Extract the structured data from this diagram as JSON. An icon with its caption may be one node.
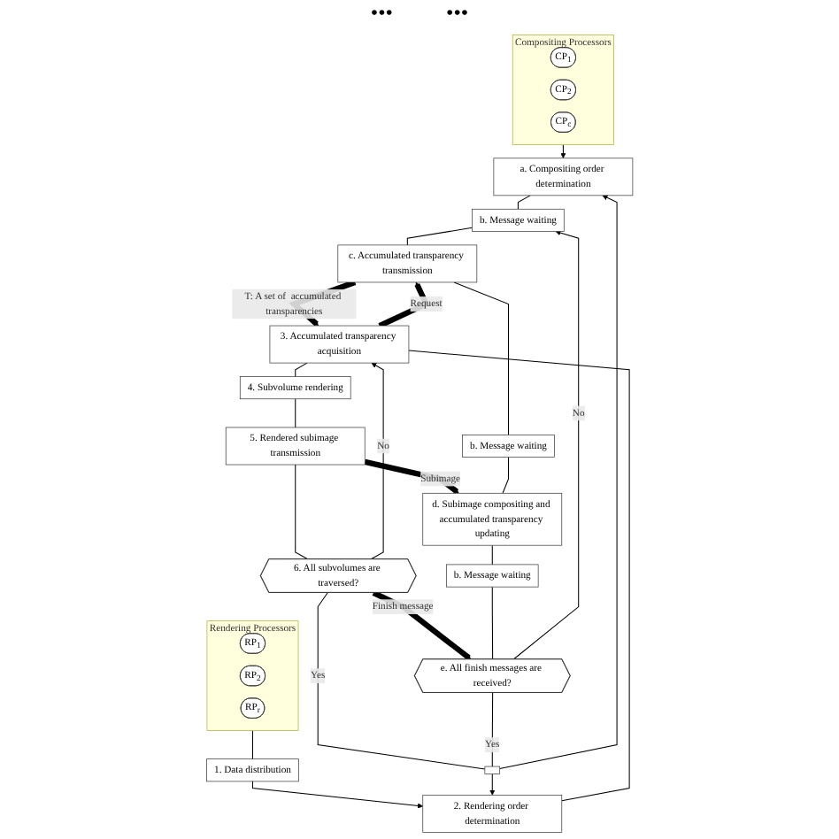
{
  "diagram": {
    "nodes": [
      {
        "text": [
          "Rendering Processors"
        ]
      },
      {
        "text": [
          "RP$_{1}$"
        ],
        "in": 0
      },
      {
        "text": [
          "RP$_{2}$"
        ],
        "in": 0
      },
      {
        "text": [
          "RP$_{r}$"
        ],
        "in": 0
      },
      {
        "text": [
          "Compositing Processors"
        ]
      },
      {
        "text": [
          "CP$_{1}$"
        ],
        "in": 4
      },
      {
        "text": [
          "CP$_{2}$"
        ],
        "in": 4
      },
      {
        "text": [
          "CP$_{c}$"
        ],
        "in": 4
      },
      {
        "text": [
          "1. Data distribution"
        ]
      },
      {
        "text": [
          "2. Rendering order determination"
        ]
      },
      {
        "text": [
          "3. Accumulated transparency acquisition"
        ]
      },
      {
        "text": [
          "4. Subvolume rendering"
        ]
      },
      {
        "text": [
          "5. Rendered subimage transmission"
        ]
      },
      {
        "text": [
          "6. All subvolumes are traversed?"
        ]
      },
      {
        "text": [
          "a. Compositing order determination"
        ]
      },
      {
        "text": [
          "b. Message waiting"
        ]
      },
      {
        "text": [
          "c. Accumulated transparency transmission"
        ]
      },
      {
        "text": [
          "b. Message waiting"
        ]
      },
      {
        "text": [
          "d. Subimage compositing and accumulated transparency updating"
        ]
      },
      {
        "text": [
          "b. Message waiting"
        ]
      },
      {
        "text": [
          "e. All finish messages are received?"
        ]
      },
      {
        "text": [],
        "shape": "box"
      }
    ],
    "edges": [
      {
        "from": 0,
        "to": 8,
        "arrow": "none"
      },
      {
        "from": 8,
        "to": 9,
        "arrow": "to"
      },
      {
        "from": 9,
        "to": 10,
        "arrow": "none"
      },
      {
        "from": 10,
        "to": 16,
        "arrow": "to",
        "label": "Request",
        "style": "thick"
      },
      {
        "from": 16,
        "to": 10,
        "arrow": "to",
        "label": "T: A set of  accumulated transparencies",
        "style": "thick"
      },
      {
        "from": 10,
        "to": 11,
        "arrow": "none"
      },
      {
        "from": 11,
        "to": 12,
        "arrow": "none"
      },
      {
        "from": 12,
        "to": 18,
        "arrow": "to",
        "label": "Subimage",
        "style": "thick"
      },
      {
        "from": 12,
        "to": 13,
        "arrow": "none"
      },
      {
        "from": 13,
        "to": 10,
        "arrow": "to",
        "label": "No"
      },
      {
        "from": 13,
        "to": 21,
        "arrow": "none",
        "label": "Yes"
      },
      {
        "from": 13,
        "to": 20,
        "arrow": "to",
        "label": "Finish message",
        "style": "thick"
      },
      {
        "from": 4,
        "to": 14,
        "arrow": "to"
      },
      {
        "from": 14,
        "to": 15,
        "arrow": "none"
      },
      {
        "from": 15,
        "to": 16,
        "arrow": "none"
      },
      {
        "from": 16,
        "to": 17,
        "arrow": "none"
      },
      {
        "from": 17,
        "to": 18,
        "arrow": "none"
      },
      {
        "from": 18,
        "to": 19,
        "arrow": "none"
      },
      {
        "from": 19,
        "to": 20,
        "arrow": "none"
      },
      {
        "from": 20,
        "to": 15,
        "arrow": "to",
        "label": "No"
      },
      {
        "from": 20,
        "to": 21,
        "arrow": "none",
        "label": "Yes"
      },
      {
        "from": 21,
        "to": 9,
        "arrow": "to"
      },
      {
        "from": 21,
        "to": 14,
        "arrow": "to"
      }
    ],
    "labels": [
      "•••",
      "•••"
    ]
  }
}
